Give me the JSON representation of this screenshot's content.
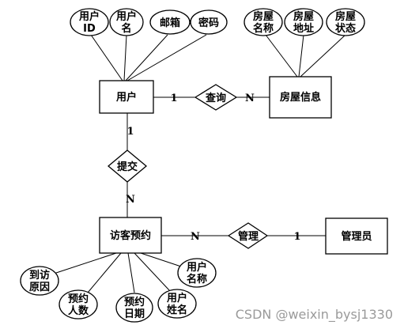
{
  "entities": {
    "user": "用户",
    "house_info": "房屋信息",
    "visit_booking": "访客预约",
    "admin": "管理员"
  },
  "relationships": {
    "query": "查询",
    "submit": "提交",
    "manage": "管理"
  },
  "attributes": {
    "user_id": [
      "用户",
      "ID"
    ],
    "user_name": [
      "用户",
      "名"
    ],
    "email": [
      "邮箱"
    ],
    "password": [
      "密码"
    ],
    "house_name": [
      "房屋",
      "名称"
    ],
    "house_address": [
      "房屋",
      "地址"
    ],
    "house_status": [
      "房屋",
      "状态"
    ],
    "visit_reason": [
      "到访",
      "原因"
    ],
    "booking_count": [
      "预约",
      "人数"
    ],
    "booking_date": [
      "预约",
      "日期"
    ],
    "user_fullname": [
      "用户",
      "姓名"
    ],
    "user_title": [
      "用户",
      "名称"
    ]
  },
  "cardinality": {
    "user_query": "1",
    "query_house": "N",
    "user_submit": "1",
    "submit_visit": "N",
    "visit_manage": "N",
    "manage_admin": "1"
  },
  "watermark": "CSDN @weixin_bysj1330"
}
